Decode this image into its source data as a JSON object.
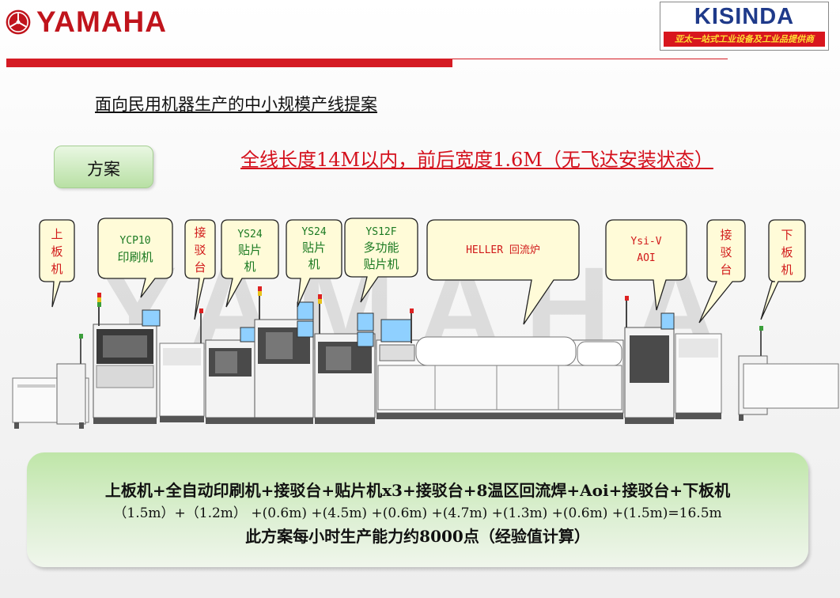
{
  "header": {
    "yamaha_logo_text": "YAMAHA",
    "kisinda_logo_text": "KISINDA",
    "kisinda_tagline": "亚太一站式工业设备及工业品提供商"
  },
  "title": "面向民用机器生产的中小规模产线提案",
  "scheme_label": "方案",
  "spec_headline": "全线长度14M以内，前后宽度1.6M（无飞达安装状态）",
  "watermark_text": "YAMAHA",
  "callouts": [
    {
      "id": "loader",
      "lines": [
        "上",
        "板",
        "机"
      ],
      "color": "red"
    },
    {
      "id": "printer",
      "lines": [
        "YCP10",
        "印刷机"
      ],
      "color": "green"
    },
    {
      "id": "conveyor1",
      "lines": [
        "接",
        "驳",
        "台"
      ],
      "color": "red"
    },
    {
      "id": "ys24a",
      "lines": [
        "YS24",
        "贴片",
        "机"
      ],
      "color": "green"
    },
    {
      "id": "ys24b",
      "lines": [
        "YS24",
        "贴片",
        "机"
      ],
      "color": "green"
    },
    {
      "id": "ys12f",
      "lines": [
        "YS12F",
        "多功能",
        "贴片机"
      ],
      "color": "green"
    },
    {
      "id": "reflow",
      "lines": [
        "HELLER 回流炉"
      ],
      "color": "red"
    },
    {
      "id": "aoi",
      "lines": [
        "Ysi-V",
        "AOI"
      ],
      "color": "red"
    },
    {
      "id": "conveyor2",
      "lines": [
        "接",
        "驳",
        "台"
      ],
      "color": "red"
    },
    {
      "id": "unloader",
      "lines": [
        "下",
        "板",
        "机"
      ],
      "color": "red"
    }
  ],
  "summary": {
    "line1": "上板机+全自动印刷机+接驳台+贴片机x3+接驳台+8温区回流焊+Aoi+接驳台+下板机",
    "line2": "（1.5m）+（1.2m） +(0.6m) +(4.5m) +(0.6m) +(4.7m) +(1.3m) +(0.6m) +(1.5m)=16.5m",
    "line3": "此方案每小时生产能力约8000点（经验值计算）"
  },
  "colors": {
    "yamaha_red": "#c0141c",
    "kisinda_blue": "#1f3a8a",
    "accent_red": "#d4101c",
    "callout_red_text": "#d11a1a",
    "callout_green_text": "#1b7a22",
    "summary_green": "#bfe6a8"
  }
}
